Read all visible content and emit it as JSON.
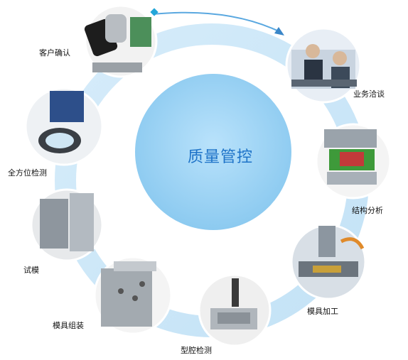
{
  "center": {
    "title": "质量管控"
  },
  "steps": [
    {
      "label": "客户确认"
    },
    {
      "label": "业务洽谈"
    },
    {
      "label": "结构分析"
    },
    {
      "label": "模具加工"
    },
    {
      "label": "型腔检测"
    },
    {
      "label": "模具组装"
    },
    {
      "label": "试模"
    },
    {
      "label": "全方位检测"
    }
  ],
  "colors": {
    "ring": "#c5e3f6",
    "center_fill": "#a6d6f5",
    "title": "#1e73c8",
    "arrow": "#5aa8e0",
    "marker": "#22a6d8"
  },
  "icons": {
    "center": "cycle-diagram",
    "arrow": "arrow-head"
  }
}
